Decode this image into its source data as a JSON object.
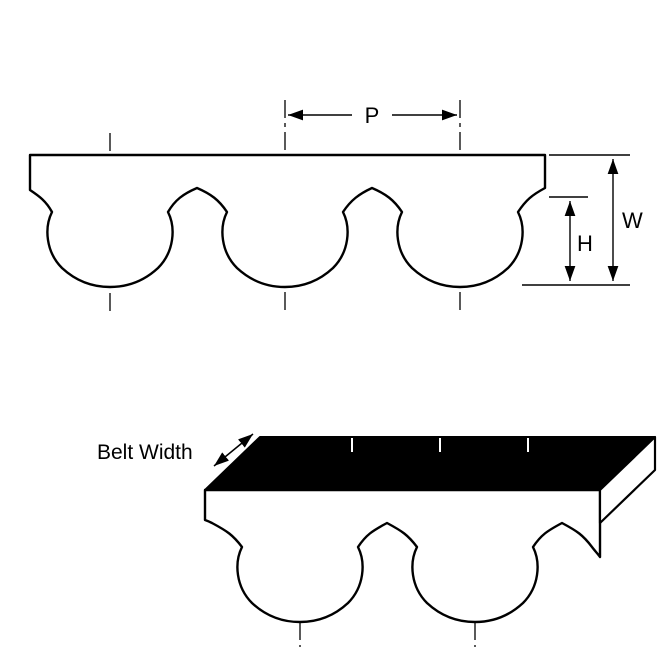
{
  "drawing": {
    "labels": {
      "p": "P",
      "w": "W",
      "h": "H",
      "belt_width": "Belt Width"
    },
    "colors": {
      "stroke": "#000000",
      "belt_fill": "#ffffff",
      "top_face_fill": "#000000",
      "background": "#ffffff"
    }
  }
}
